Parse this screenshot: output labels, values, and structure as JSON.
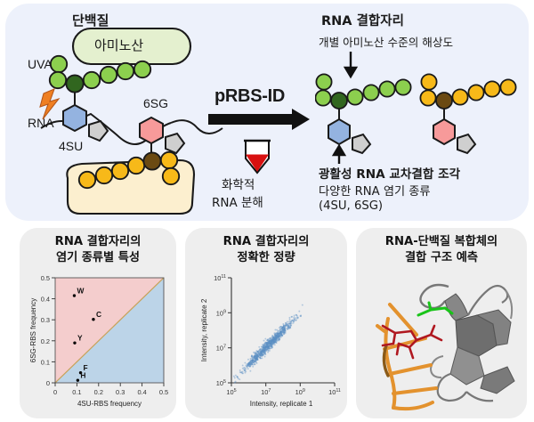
{
  "figure": {
    "top_panel": {
      "label_protein": "단백질",
      "label_amino_acid": "아미노산",
      "label_uva": "UVA",
      "label_rna": "RNA",
      "label_4su": "4SU",
      "label_6sg": "6SG",
      "method_name": "pRBS-ID",
      "chem_line1": "화학적",
      "chem_line2": "RNA 분해",
      "right_title": "RNA 결합자리",
      "right_subtitle": "개별 아미노산 수준의 해상도",
      "bottom_title": "광활성 RNA 교차결합 조각",
      "bottom_line2": "다양한 RNA 염기 종류",
      "bottom_line3": "(4SU, 6SG)",
      "colors": {
        "panel_bg": "#edf1fb",
        "peptide_green": "#8ccf4e",
        "peptide_green_dark": "#31661f",
        "peptide_yellow": "#f7b919",
        "peptide_yellow_dark": "#6b4a12",
        "base_blue": "#94b3e0",
        "base_pink": "#f79a9a",
        "sugar_gray": "#cfcfcf",
        "protein_green_blob": "#e4f0cf",
        "protein_yellow_blob": "#fcefcf",
        "uva_bolt": "#ef7f22",
        "tube_red": "#d81010"
      }
    },
    "panels": [
      {
        "id": "panel-base-specificity",
        "title_line1": "RNA 결합자리의",
        "title_line2": "염기 종류별 특성"
      },
      {
        "id": "panel-quantification",
        "title_line1": "RNA 결합자리의",
        "title_line2": "정확한 정량"
      },
      {
        "id": "panel-structure",
        "title_line1": "RNA-단백질 복합체의",
        "title_line2": "결합 구조 예측"
      }
    ]
  },
  "chart_data": [
    {
      "type": "scatter",
      "id": "rbs-frequency-scatter",
      "title": "RNA 결합자리의 염기 종류별 특성",
      "xlabel": "4SU-RBS frequency",
      "ylabel": "6SG-RBS frequency",
      "xlim": [
        0,
        0.5
      ],
      "ylim": [
        0,
        0.5
      ],
      "xticks": [
        "0",
        "0.1",
        "0.2",
        "0.3",
        "0.4",
        "0.5"
      ],
      "yticks": [
        "0",
        "0.1",
        "0.2",
        "0.3",
        "0.4",
        "0.5"
      ],
      "grid": false,
      "regions": [
        {
          "name": "6SG-preferring",
          "color": "#f4cdcd",
          "side": "above-diagonal"
        },
        {
          "name": "4SU-preferring",
          "color": "#bcd4e8",
          "side": "below-diagonal"
        }
      ],
      "diagonal_line": {
        "from": [
          0,
          0
        ],
        "to": [
          0.5,
          0.5
        ],
        "color": "#c8a25a"
      },
      "points": [
        {
          "label": "W",
          "x": 0.088,
          "y": 0.415
        },
        {
          "label": "C",
          "x": 0.176,
          "y": 0.302
        },
        {
          "label": "Y",
          "x": 0.09,
          "y": 0.19
        },
        {
          "label": "F",
          "x": 0.117,
          "y": 0.048
        },
        {
          "label": "H",
          "x": 0.104,
          "y": 0.012
        }
      ],
      "point_color": "#000000"
    },
    {
      "type": "scatter",
      "id": "replicate-intensity-scatter",
      "title": "RNA 결합자리의 정확한 정량",
      "xlabel": "Intensity, replicate 1",
      "ylabel": "Intensity, replicate 2",
      "xscale": "log",
      "yscale": "log",
      "xlim": [
        100000,
        100000000000
      ],
      "ylim": [
        100000,
        100000000000
      ],
      "xticks": [
        "10^5",
        "10^7",
        "10^9",
        "10^11"
      ],
      "yticks": [
        "10^5",
        "10^7",
        "10^9",
        "10^11"
      ],
      "grid": false,
      "point_color": "#5b8fc4",
      "description": "Dense diagonal cloud of points along the identity line from ~10^6 to ~10^9, high replicate correlation",
      "cloud": {
        "center_decade_x": 7.2,
        "center_decade_y": 7.2,
        "n_points": 900,
        "spread_along": 1.25,
        "spread_across": 0.2
      }
    }
  ]
}
